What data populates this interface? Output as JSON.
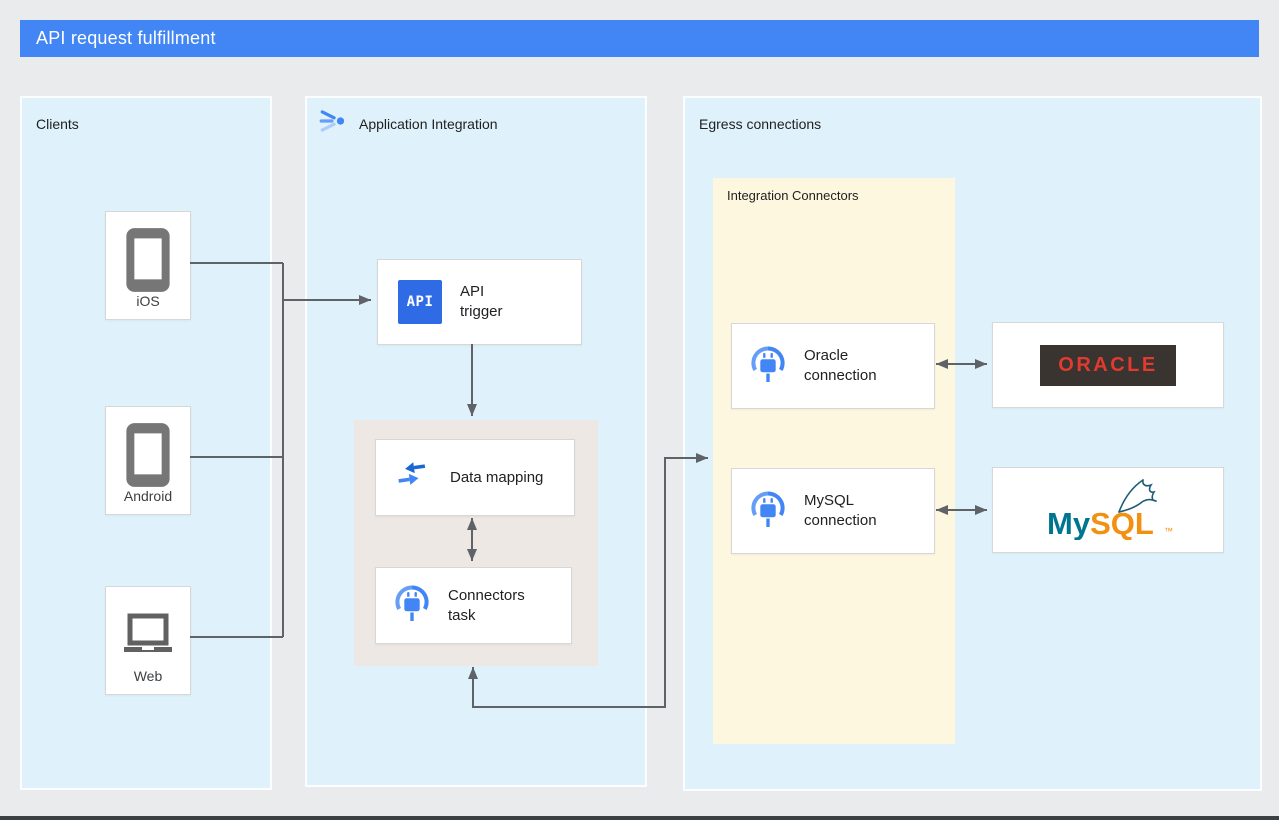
{
  "title": "API request fulfillment",
  "clients": {
    "label": "Clients",
    "items": [
      {
        "label": "iOS",
        "icon": "phone-icon"
      },
      {
        "label": "Android",
        "icon": "phone-icon"
      },
      {
        "label": "Web",
        "icon": "laptop-icon"
      }
    ]
  },
  "integration": {
    "label": "Application Integration",
    "header_icon": "application-integration-icon",
    "api_trigger": {
      "badge": "API",
      "label": "API trigger"
    },
    "data_mapping": {
      "label": "Data mapping",
      "icon": "merge-arrows-icon"
    },
    "connectors_task": {
      "label": "Connectors task",
      "icon": "plug-icon"
    }
  },
  "egress": {
    "label": "Egress connections",
    "connectors_group": {
      "label": "Integration Connectors",
      "items": [
        {
          "label": "Oracle connection",
          "icon": "plug-icon"
        },
        {
          "label": "MySQL connection",
          "icon": "plug-icon"
        }
      ]
    },
    "oracle_logo": {
      "text": "ORACLE"
    },
    "mysql_logo": {
      "my": "My",
      "sql": "SQL",
      "tm": "™"
    }
  },
  "colors": {
    "titlebar_blue": "#4285F4",
    "panel_blue": "#DFF2FB",
    "panel_yellow": "#FEF7E0",
    "panel_gray": "#EDE8E4",
    "wire_gray": "#5F6368",
    "accent_blue": "#4285F4",
    "accent_blue_light": "#669DF6",
    "oracle_red": "#E23A2E",
    "oracle_dark": "#393430",
    "mysql_teal": "#00758F",
    "mysql_orange": "#F29111"
  }
}
